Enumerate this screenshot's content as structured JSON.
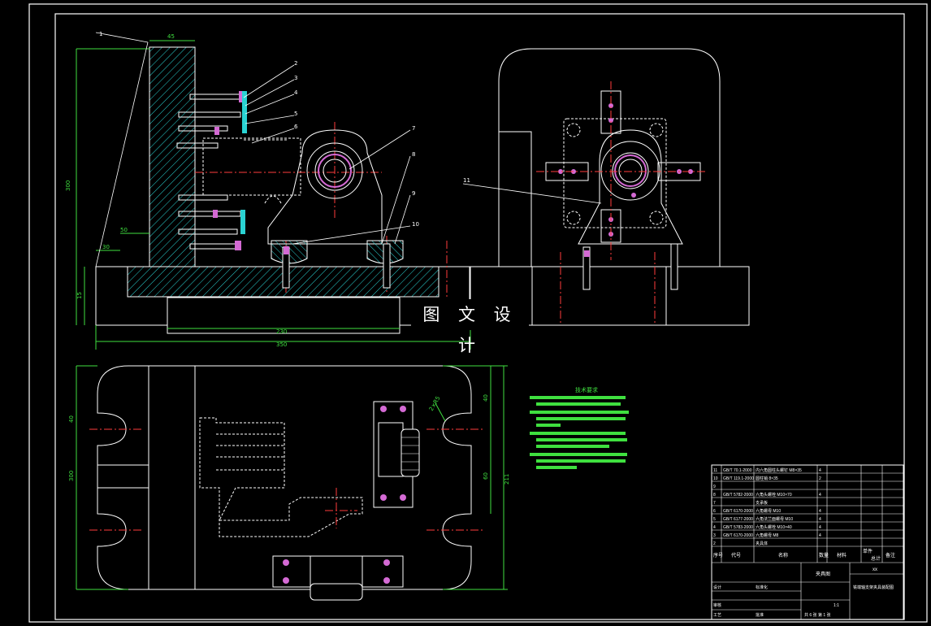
{
  "watermark": "图 文 设 计",
  "top_view": {
    "part_callouts": [
      "1",
      "2",
      "3",
      "4",
      "5",
      "6",
      "7",
      "8",
      "9",
      "10"
    ],
    "dims": {
      "top_width": "45",
      "height": "300",
      "base_offset": "50",
      "small_offset": "30",
      "base_height": "15",
      "inner_width": "230",
      "overall_width": "350"
    }
  },
  "side_view": {
    "callout": "11"
  },
  "plan_view": {
    "dims": {
      "left_a": "40",
      "left_b": "300",
      "right_a": "40",
      "right_b": "60",
      "right_c": "211",
      "slot": "45",
      "slot_note": "2×R5"
    }
  },
  "tech_notes": {
    "title": "技术要求"
  },
  "title_block": {
    "headers": [
      "序号",
      "代号",
      "名称",
      "数量",
      "材料",
      "单件",
      "总计",
      "备注"
    ],
    "rows": [
      {
        "no": "11",
        "code": "GB/T 70.1-2000",
        "name": "内六角圆柱头螺钉 M8×35",
        "qty": "4",
        "mat": "",
        "note": ""
      },
      {
        "no": "10",
        "code": "GB/T 119.1-2000",
        "name": "圆柱销 8×35",
        "qty": "2",
        "mat": "",
        "note": ""
      },
      {
        "no": "9",
        "code": "",
        "name": "",
        "qty": "",
        "mat": "",
        "note": ""
      },
      {
        "no": "8",
        "code": "GB/T 5782-2000",
        "name": "六角头螺栓 M10×70",
        "qty": "4",
        "mat": "",
        "note": ""
      },
      {
        "no": "7",
        "code": "",
        "name": "支承板",
        "qty": "",
        "mat": "",
        "note": ""
      },
      {
        "no": "6",
        "code": "GB/T 6170-2000",
        "name": "六角螺母 M10",
        "qty": "4",
        "mat": "",
        "note": ""
      },
      {
        "no": "5",
        "code": "GB/T 6177-2000",
        "name": "六角法兰面螺母 M10",
        "qty": "4",
        "mat": "",
        "note": ""
      },
      {
        "no": "4",
        "code": "GB/T 5783-2000",
        "name": "六角头螺栓 M10×40",
        "qty": "4",
        "mat": "",
        "note": ""
      },
      {
        "no": "3",
        "code": "GB/T 6170-2000",
        "name": "六角螺母 M8",
        "qty": "4",
        "mat": "",
        "note": ""
      },
      {
        "no": "2",
        "code": "",
        "name": "夹具体",
        "qty": "",
        "mat": "",
        "note": ""
      }
    ],
    "fixture_name": "夹具图",
    "drawing_title": "铣端轴支架夹具装配图",
    "xx": "xx",
    "sig_labels": [
      "设计",
      "审核",
      "工艺",
      "标准化",
      "批准"
    ],
    "ratio": "1:1",
    "sheet": "共 6 张 第 1 张"
  }
}
